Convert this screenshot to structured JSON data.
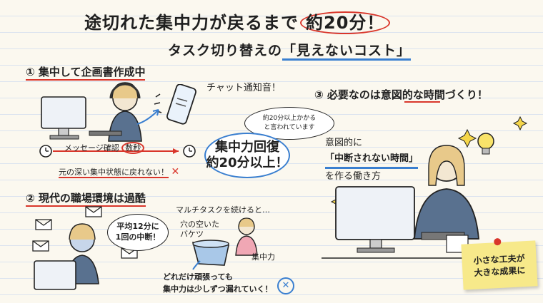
{
  "header": {
    "title_part1": "途切れた集中力が戻るまで",
    "title_part2": "約20分！",
    "subtitle_part1": "タスク切り替えの",
    "subtitle_part2": "「見えないコスト」"
  },
  "section1": {
    "heading": "① 集中して企画書作成中",
    "notification": "チャット通知音！",
    "message_check": "メッセージ確認",
    "seconds": "数秒",
    "cannot_return": "元の深い集中状態に戻れない！",
    "note_line1": "約20分以上かかる",
    "note_line2": "と言われています",
    "recovery_line1": "集中力回復",
    "recovery_line2": "約20分以上！"
  },
  "section2": {
    "heading": "② 現代の職場環境は過酷",
    "bubble_line1": "平均12分に",
    "bubble_line2": "1回の中断！",
    "multitask": "マルチタスクを続けると…",
    "bucket_line1": "穴の空いた",
    "bucket_line2": "バケツ",
    "concentration": "集中力",
    "leak_line1": "どれだけ頑張っても",
    "leak_line2": "集中力は少しずつ漏れていく！"
  },
  "section3": {
    "heading": "③ 必要なのは意図的な時間づくり！",
    "line1": "意図的に",
    "line2": "「中断されない時間」",
    "line3": "を作る働き方"
  },
  "sticky_note": {
    "line1": "小さな工夫が",
    "line2": "大きな成果に"
  },
  "colors": {
    "accent_red": "#d9362b",
    "accent_blue": "#3a7fd0",
    "note_yellow": "#f7e98a"
  }
}
